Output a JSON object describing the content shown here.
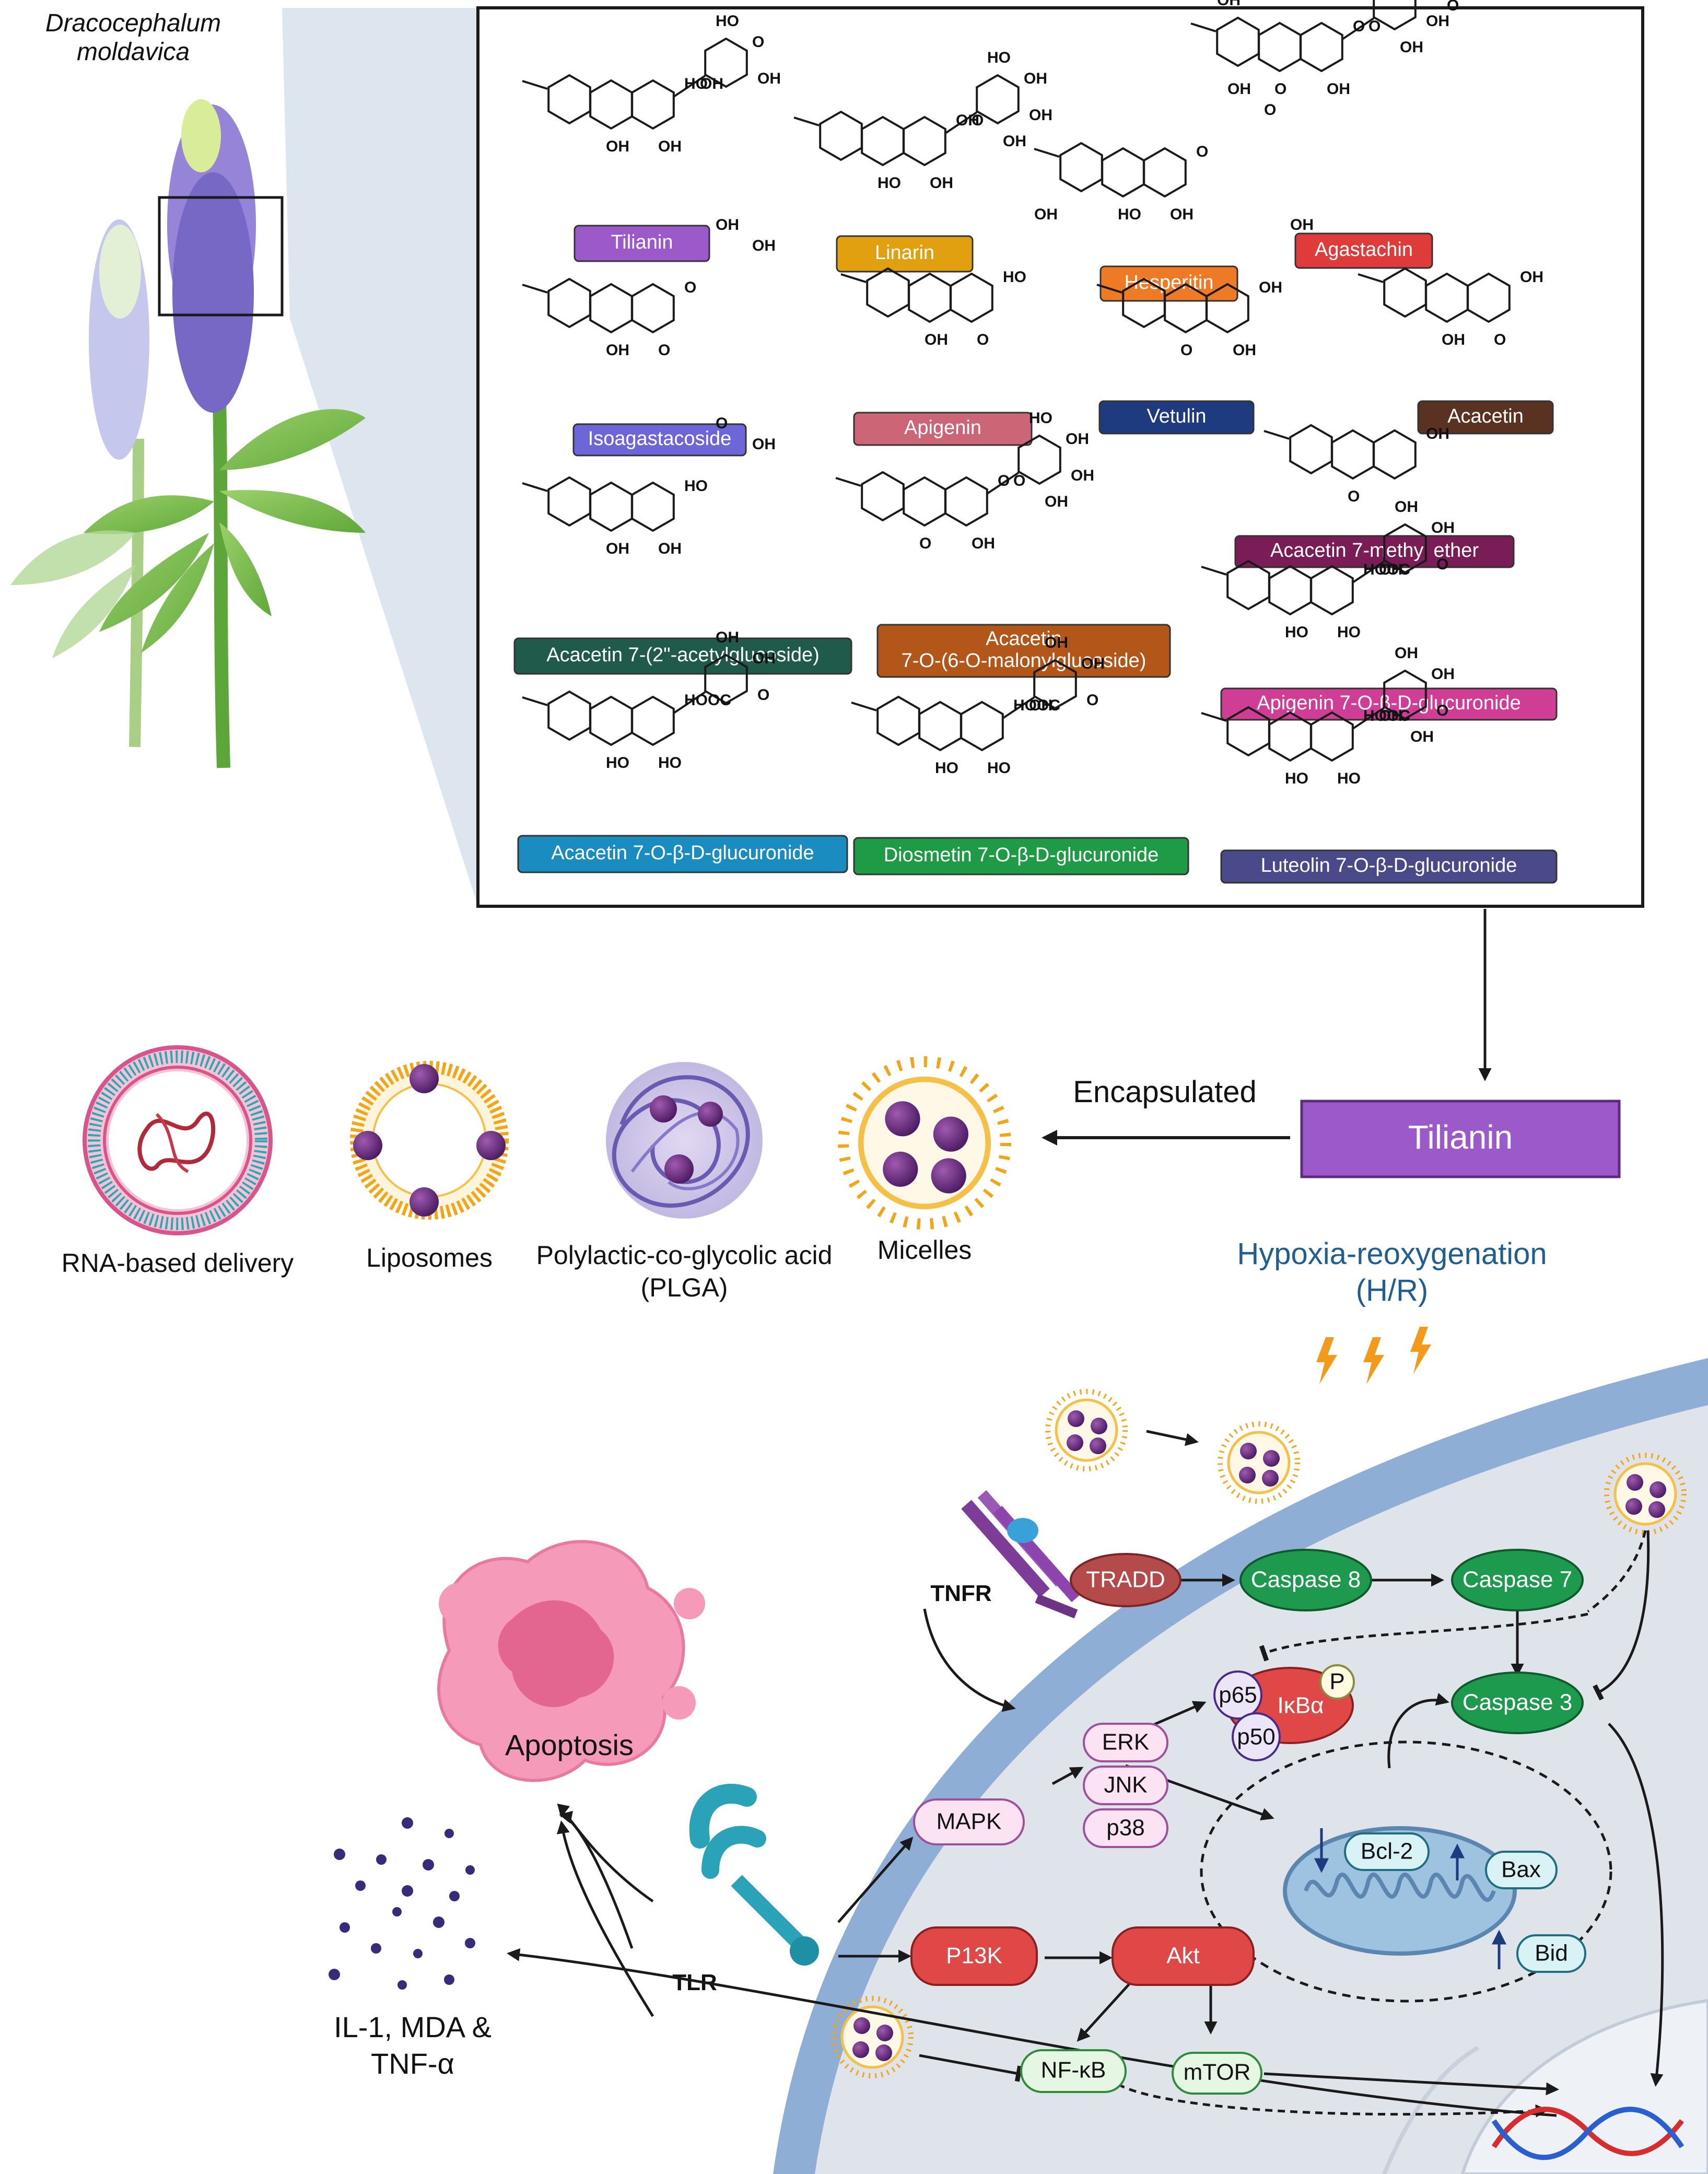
{
  "plant": {
    "title_line1": "Dracocephalum",
    "title_line2": "moldavica"
  },
  "compounds": [
    {
      "name": "Tilianin",
      "color": "#9b59c9",
      "oh": [
        "HO",
        "OH",
        "OH",
        "HO",
        "O",
        "OH",
        "OH"
      ]
    },
    {
      "name": "Linarin",
      "color": "#e0a010",
      "oh": [
        "OH",
        "HO",
        "OH",
        "HO",
        "OH",
        "OH",
        "O",
        "OH"
      ]
    },
    {
      "name": "Hesperitin",
      "color": "#ee7a25",
      "oh": [
        "O",
        "HO",
        "OH",
        "OH",
        "O"
      ]
    },
    {
      "name": "Agastachin",
      "color": "#e03b3b",
      "oh": [
        "O",
        "O",
        "OH",
        "O",
        "OH",
        "OH",
        "O",
        "OH",
        "OH",
        "OH",
        "O",
        "OH"
      ]
    },
    {
      "name": "Isoagastacoside",
      "color": "#6d66d8",
      "oh": [
        "O",
        "OH",
        "O",
        "OH",
        "OH"
      ]
    },
    {
      "name": "Apigenin",
      "color": "#cc6677",
      "oh": [
        "HO",
        "OH",
        "O",
        "OH"
      ]
    },
    {
      "name": "Vetulin",
      "color": "#1f3b80",
      "oh": [
        "OH",
        "O",
        "OH",
        "OH"
      ]
    },
    {
      "name": "Acacetin",
      "color": "#5a3222",
      "oh": [
        "OH",
        "OH",
        "O"
      ]
    },
    {
      "name": "Acacetin 7-methyl ether",
      "color": "#7a1c55",
      "oh": [
        "OH",
        "O"
      ]
    },
    {
      "name": "Acacetin 7-(2\"-acetylglucoside)",
      "color": "#1f5a4a",
      "oh": [
        "HO",
        "OH",
        "OH",
        "O",
        "OH"
      ]
    },
    {
      "name": "Acacetin\n7-O-(6-O-malonylglucoside)",
      "color": "#b2561a",
      "oh": [
        "O",
        "O",
        "OH",
        "HO",
        "OH",
        "OH",
        "O",
        "OH"
      ]
    },
    {
      "name": "Apigenin 7-O-β-D-glucuronide",
      "color": "#cf3e94",
      "oh": [
        "HOOC",
        "HO",
        "HO",
        "OH",
        "OH",
        "O",
        "OH"
      ]
    },
    {
      "name": "Acacetin 7-O-β-D-glucuronide",
      "color": "#1a8cc0",
      "oh": [
        "HOOC",
        "HO",
        "HO",
        "OH",
        "OH",
        "O"
      ]
    },
    {
      "name": "Diosmetin 7-O-β-D-glucuronide",
      "color": "#1f9a45",
      "oh": [
        "HOOC",
        "HO",
        "HO",
        "OH",
        "OH",
        "O",
        "OH"
      ]
    },
    {
      "name": "Luteolin 7-O-β-D-glucuronide",
      "color": "#4a4a8a",
      "oh": [
        "HOOC",
        "HO",
        "HO",
        "OH",
        "OH",
        "O",
        "OH",
        "OH"
      ]
    }
  ],
  "delivery": {
    "encapsulated": "Encapsulated",
    "tilianin": "Tilianin",
    "systems": [
      {
        "label1": "RNA-based delivery",
        "label2": ""
      },
      {
        "label1": "Liposomes",
        "label2": ""
      },
      {
        "label1": "Polylactic-co-glycolic acid",
        "label2": "(PLGA)"
      },
      {
        "label1": "Micelles",
        "label2": ""
      }
    ]
  },
  "hr": {
    "line1": "Hypoxia-reoxygenation",
    "line2": "(H/R)"
  },
  "outcomes": {
    "apoptosis": "Apoptosis",
    "cytokines_line1": "IL-1, MDA &",
    "cytokines_line2": "TNF-α"
  },
  "receptors": {
    "tnfr": "TNFR",
    "tlr": "TLR"
  },
  "pathway": {
    "tradd": "TRADD",
    "caspase8": "Caspase 8",
    "caspase7": "Caspase 7",
    "caspase3": "Caspase 3",
    "p65": "p65",
    "p50": "p50",
    "ikba": "IκBα",
    "p": "P",
    "erk": "ERK",
    "jnk": "JNK",
    "p38": "p38",
    "mapk": "MAPK",
    "pi3k": "P13K",
    "akt": "Akt",
    "nfkb": "NF-κB",
    "mtor": "mTOR",
    "bcl2": "Bcl-2",
    "bax": "Bax",
    "bid": "Bid"
  },
  "colors": {
    "caspase": "#1e9a4e",
    "tradd": "#b44a4a",
    "red_node": "#e04848",
    "pink_node_fill": "#fbe3f4",
    "pink_node_stroke": "#a0509a",
    "teal_node_fill": "#d9f2f5",
    "teal_node_stroke": "#1f6f80",
    "nfkb_fill": "#e5f7e2",
    "nfkb_stroke": "#2e8b3a",
    "hr_text": "#1f5f8f",
    "bolt": "#f39a1a",
    "cell": "#dfe3ea",
    "membrane": "#8eaed6"
  }
}
